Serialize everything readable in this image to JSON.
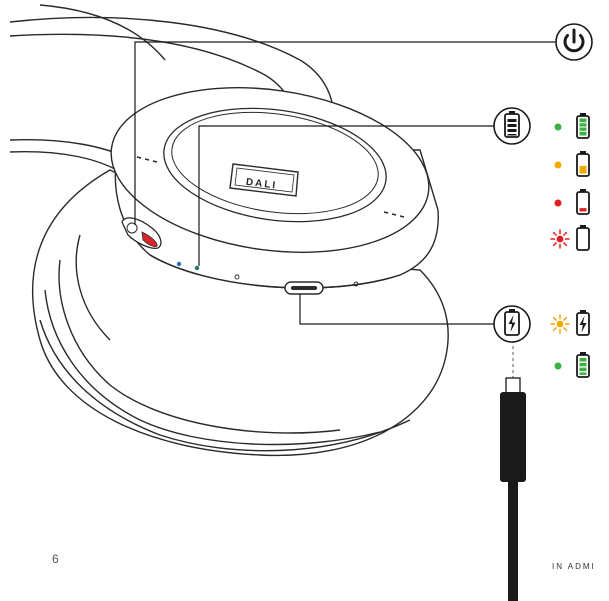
{
  "brand": {
    "logo_text": "DALI"
  },
  "legend": {
    "power": {
      "icon": "power-icon"
    },
    "battery": {
      "icon": "battery-icon",
      "states": [
        {
          "led_color": "#3cb043",
          "led_style": "dot",
          "battery_level": "full",
          "battery_fill": "#3cb043",
          "fill_fraction": 1.0
        },
        {
          "led_color": "#f2a900",
          "led_style": "dot",
          "battery_level": "medium",
          "battery_fill": "#f2a900",
          "fill_fraction": 0.45
        },
        {
          "led_color": "#e02020",
          "led_style": "dot",
          "battery_level": "low",
          "battery_fill": "#e02020",
          "fill_fraction": 0.2
        },
        {
          "led_color": "#e02020",
          "led_style": "blinking",
          "battery_level": "empty",
          "battery_fill": "none",
          "fill_fraction": 0.0
        }
      ]
    },
    "charging": {
      "icon": "charging-icon",
      "states": [
        {
          "led_color": "#f2a900",
          "led_style": "blinking",
          "battery_level": "charging",
          "icon": "charging-icon"
        },
        {
          "led_color": "#3cb043",
          "led_style": "dot",
          "battery_level": "full",
          "battery_fill": "#3cb043",
          "fill_fraction": 1.0
        }
      ]
    }
  },
  "footer": {
    "page_number": "6",
    "text": "IN ADMI"
  }
}
